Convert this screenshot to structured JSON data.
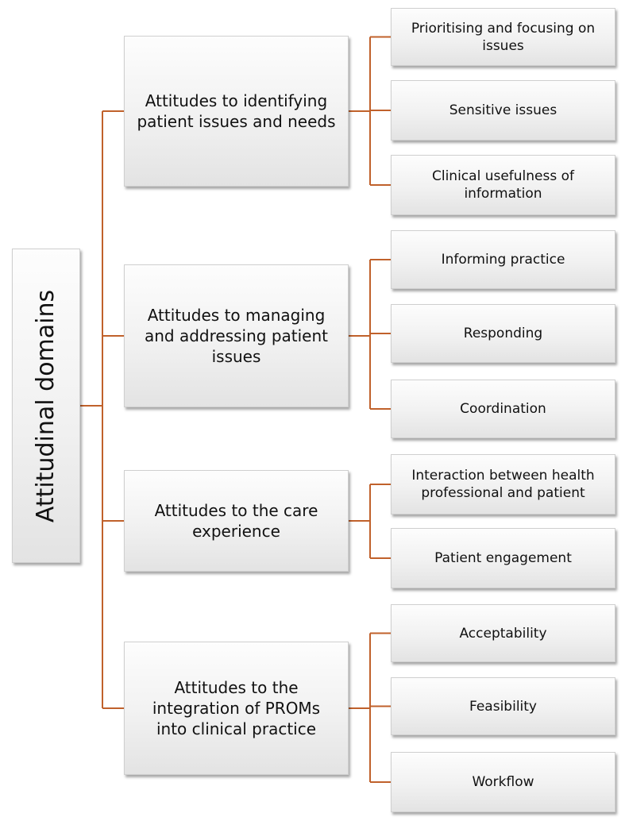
{
  "diagram": {
    "root": "Attitudinal domains",
    "connector_color": "#c0612b",
    "domains": [
      {
        "label": "Attitudes to identifying patient issues and needs",
        "subthemes": [
          "Prioritising and focusing on issues",
          "Sensitive issues",
          "Clinical usefulness of information"
        ]
      },
      {
        "label": "Attitudes to managing and addressing patient issues",
        "subthemes": [
          "Informing practice",
          "Responding",
          "Coordination"
        ]
      },
      {
        "label": "Attitudes to the care experience",
        "subthemes": [
          "Interaction between health professional and patient",
          "Patient engagement"
        ]
      },
      {
        "label": "Attitudes to the integration of PROMs into clinical practice",
        "subthemes": [
          "Acceptability",
          "Feasibility",
          "Workflow"
        ]
      }
    ]
  }
}
